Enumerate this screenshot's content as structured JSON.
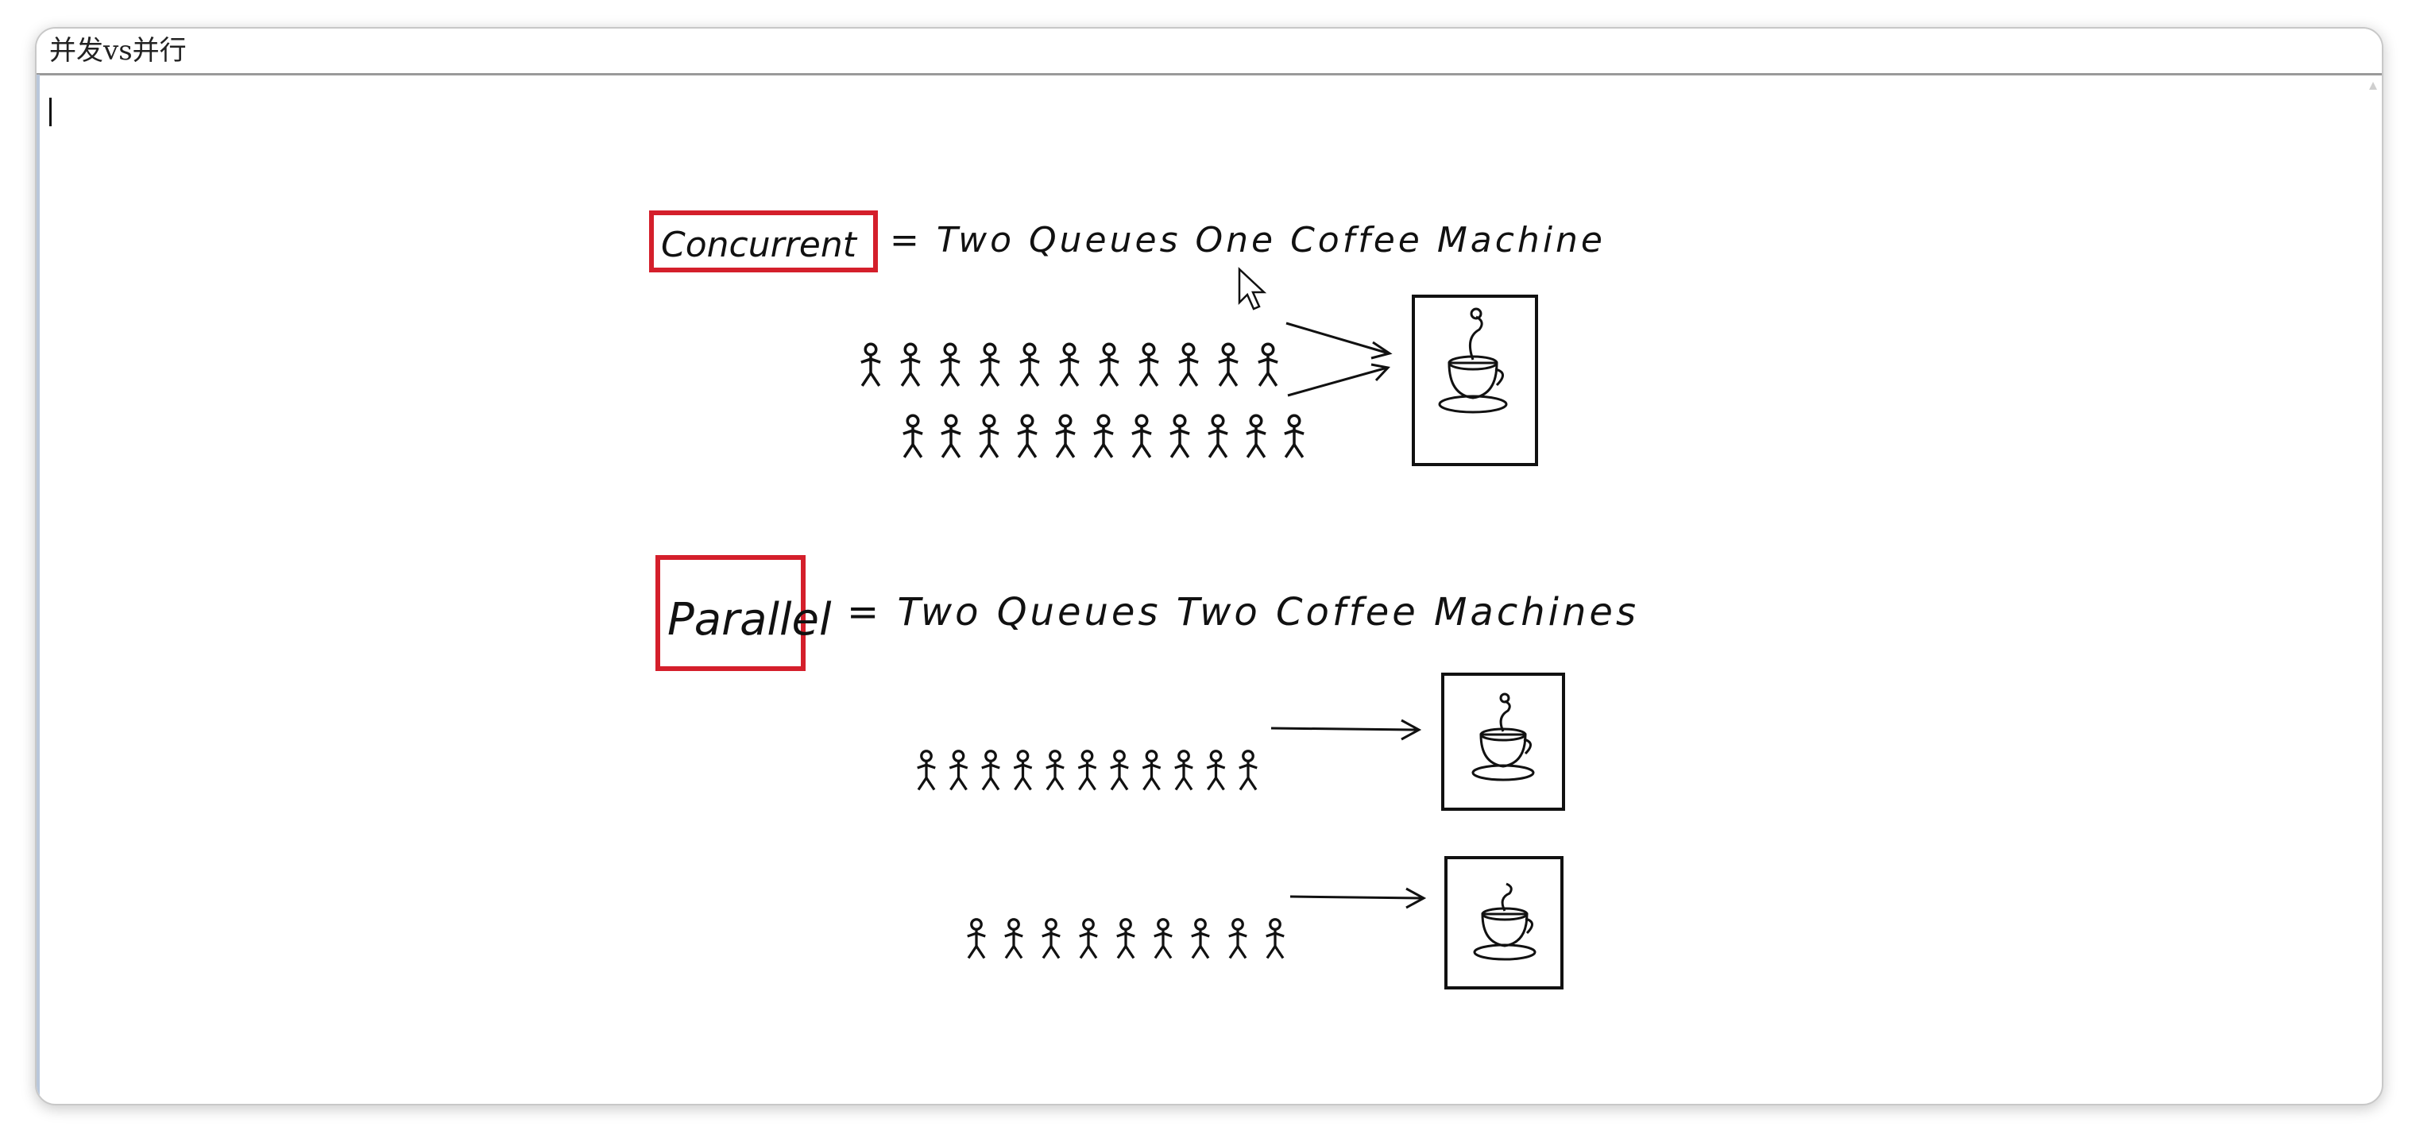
{
  "window": {
    "title": "并发vs并行"
  },
  "figure": {
    "concurrent": {
      "label": "Concurrent",
      "equation": "= Two Queues One Coffee Machine",
      "queues": 2,
      "people_per_queue": [
        11,
        11
      ],
      "machines": 1
    },
    "parallel": {
      "label": "Parallel",
      "equation": "= Two Queues Two Coffee Machines",
      "queues": 2,
      "people_per_queue": [
        11,
        9
      ],
      "machines": 2
    },
    "accent_color": "#d41f2b"
  },
  "icons": [
    "stick-figure-icon",
    "coffee-cup-icon",
    "arrow-icon",
    "mouse-pointer-icon"
  ]
}
